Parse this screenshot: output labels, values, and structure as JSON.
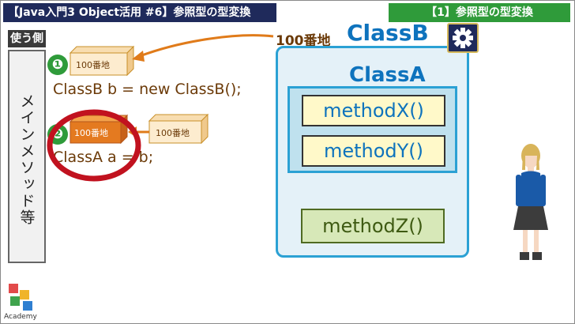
{
  "header": {
    "title": "【Java入門3 Object活用 #6】参照型の型変換",
    "section": "【1】参照型の型変換"
  },
  "caller": {
    "tag": "使う側",
    "panel_label": "メインメソッド等"
  },
  "steps": [
    {
      "badge": "❶",
      "box_label": "100番地",
      "code": "ClassB  b  = new ClassB();"
    },
    {
      "badge": "❷",
      "box_label": "100番地",
      "copy_label": "100番地",
      "code": "ClassA  a  = b;"
    }
  ],
  "heap": {
    "address": "100番地",
    "outer_class": "ClassB",
    "inner_class": "ClassA",
    "inner_methods": [
      "methodX()",
      "methodY()"
    ],
    "outer_methods": [
      "methodZ()"
    ]
  },
  "settings": {
    "icon": "gear-icon"
  },
  "branding": {
    "logo_text": "Academy"
  },
  "colors": {
    "title_bg": "#1f2a5b",
    "section_bg": "#2f9b3a",
    "arrow": "#e07b1a",
    "class_blue": "#0e73bd",
    "highlight_ring": "#c1121f"
  }
}
